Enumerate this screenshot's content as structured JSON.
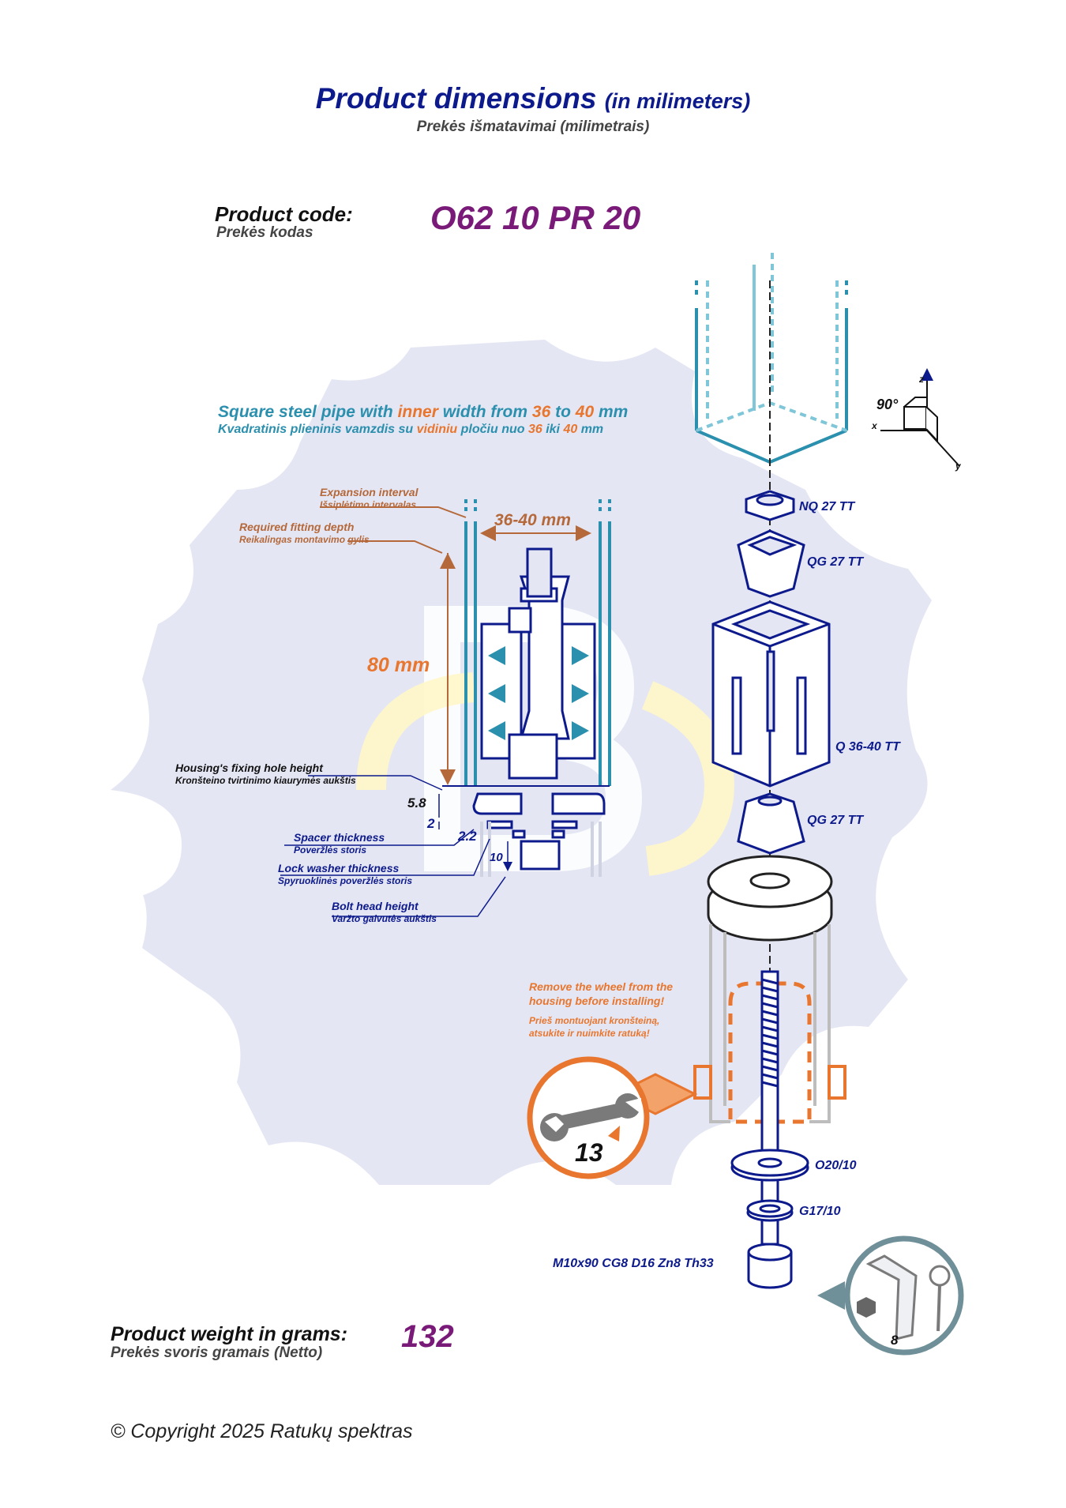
{
  "header": {
    "title": "Product dimensions",
    "title_note": "(in milimeters)",
    "subtitle": "Prekės išmatavimai (milimetrais)"
  },
  "product": {
    "code_label": "Product code:",
    "code_label_lt": "Prekės kodas",
    "code": "O62 10 PR 20",
    "weight_label": "Product weight in grams:",
    "weight_label_lt": "Prekės svoris gramais (Netto)",
    "weight": "132"
  },
  "pipe": {
    "en_1": "Square steel pipe with ",
    "en_inner": "inner",
    "en_2": " width from ",
    "en_min": "36",
    "en_to": " to ",
    "en_max": "40",
    "en_unit": " mm",
    "lt_1": "Kvadratinis plieninis vamzdis su ",
    "lt_inner": "vidiniu",
    "lt_2": " pločiu nuo ",
    "lt_min": "36",
    "lt_to": " iki ",
    "lt_max": "40",
    "lt_unit": " mm"
  },
  "dimensions": {
    "expansion_en": "Expansion interval",
    "expansion_lt": "Išsiplėtimo intervalas",
    "expansion_value": "36-40 mm",
    "depth_en": "Required fitting depth",
    "depth_lt": "Reikalingas montavimo gylis",
    "depth_value": "80 mm",
    "hole_en": "Housing's fixing hole height",
    "hole_lt": "Kronšteino tvirtinimo kiaurymės aukštis",
    "hole_value": "5.8",
    "spacer_en": "Spacer thickness",
    "spacer_lt": "Poveržlės storis",
    "spacer_value": "2",
    "lockwasher_en": "Lock washer thickness",
    "lockwasher_lt": "Spyruoklinės poveržlės storis",
    "lockwasher_value": "2.2",
    "bolthead_en": "Bolt head height",
    "bolthead_lt": "Varžto galvutės aukštis",
    "bolthead_value": "10"
  },
  "parts": {
    "nut": "NQ 27 TT",
    "cone_top": "QG 27 TT",
    "sleeve": "Q 36-40 TT",
    "cone_bottom": "QG 27 TT",
    "washer": "O20/10",
    "lock_washer": "G17/10",
    "bolt": "M10x90 CG8 D16 Zn8 Th33"
  },
  "axes": {
    "angle": "90°",
    "x": "x",
    "y": "y",
    "z": "z"
  },
  "warning": {
    "en_1": "Remove the wheel from the",
    "en_2": "housing before installing!",
    "lt_1": "Prieš montuojant kronšteiną,",
    "lt_2": "atsukite ir nuimkite ratuką!"
  },
  "tools": {
    "wrench_size": "13",
    "hex_key_size": "8"
  },
  "colors": {
    "navy": "#0d1a8c",
    "teal": "#2b8fae",
    "orange": "#e8762e",
    "brown": "#b5683a",
    "purple": "#7a1a78",
    "gear": "#e4e6f3",
    "grey_tool": "#6f8f99"
  },
  "footer": {
    "copyright": "© Copyright 2025 Ratukų spektras"
  }
}
